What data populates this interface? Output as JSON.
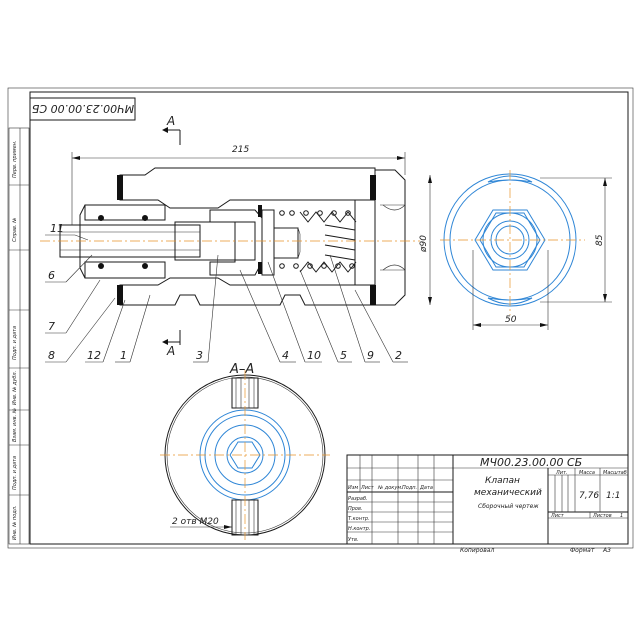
{
  "drawing": {
    "code_top": "МЧ00.23.00.00 СБ",
    "section_label": "А",
    "section_title": "А–А",
    "dim_length": "215",
    "dim_diameter": "ø90",
    "dim_height": "85",
    "dim_width": "50",
    "thread_note": "2 отв М20",
    "part_numbers": [
      "11",
      "6",
      "7",
      "8",
      "12",
      "1",
      "3",
      "4",
      "10",
      "5",
      "9",
      "2"
    ]
  },
  "side_stamp": {
    "labels": [
      "Перв. примен.",
      "Справ. №",
      "Подп. и дата",
      "Инв. № дубл.",
      "Взам. инв. №",
      "Подп. и дата",
      "Инв. № подл."
    ]
  },
  "title_block": {
    "code": "МЧ00.23.00.00 СБ",
    "name_line1": "Клапан",
    "name_line2": "механический",
    "doc_type": "Сборочный чертеж",
    "col_headers": [
      "Изм",
      "Лист",
      "№ докум.",
      "Подп.",
      "Дата"
    ],
    "row_labels": [
      "Разраб.",
      "Пров.",
      "Т.контр.",
      "",
      "Н.контр.",
      "Утв."
    ],
    "lit_header": "Лит.",
    "mass_header": "Масса",
    "scale_header": "Масштаб",
    "mass_value": "7,76",
    "scale_value": "1:1",
    "sheet_label": "Лист",
    "sheets_label": "Листов",
    "sheets_value": "1",
    "copied_label": "Копировал",
    "format_label": "Формат",
    "format_value": "А3"
  },
  "colors": {
    "line": "#1a1a1a",
    "blue_highlight": "#2f86d6",
    "center_line": "#e8942a",
    "rubber_fill": "#111111"
  }
}
